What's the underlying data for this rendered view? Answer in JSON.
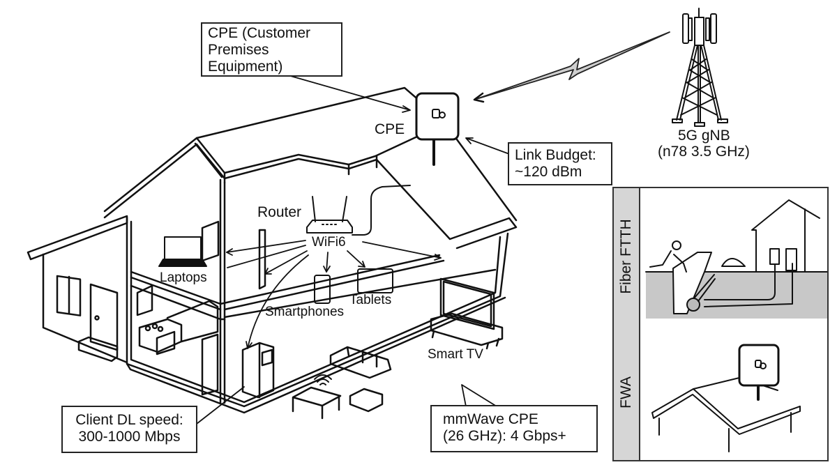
{
  "callouts": {
    "cpe_definition": [
      "CPE (Customer",
      "Premises",
      "Equipment)"
    ],
    "link_budget": [
      "Link Budget:",
      "~120 dBm"
    ],
    "client_dl": [
      "Client DL speed:",
      "300-1000 Mbps"
    ],
    "mmwave": [
      "mmWave CPE",
      "(26 GHz): 4 Gbps+"
    ]
  },
  "labels": {
    "cpe": "CPE",
    "gnb_name": "5G gNB",
    "gnb_band": "(n78 3.5 GHz)",
    "router": "Router",
    "wifi": "WiFi6",
    "laptops": "Laptops",
    "smartphones": "Smartphones",
    "tablets": "Tablets",
    "smart_tv": "Smart TV"
  },
  "side_panels": [
    {
      "title": "Fiber FTTH"
    },
    {
      "title": "FWA"
    }
  ],
  "colors": {
    "line": "#111111",
    "ground": "#c8c8c8",
    "tab": "#d6d6d6",
    "bolt": "#cfcfcf"
  }
}
